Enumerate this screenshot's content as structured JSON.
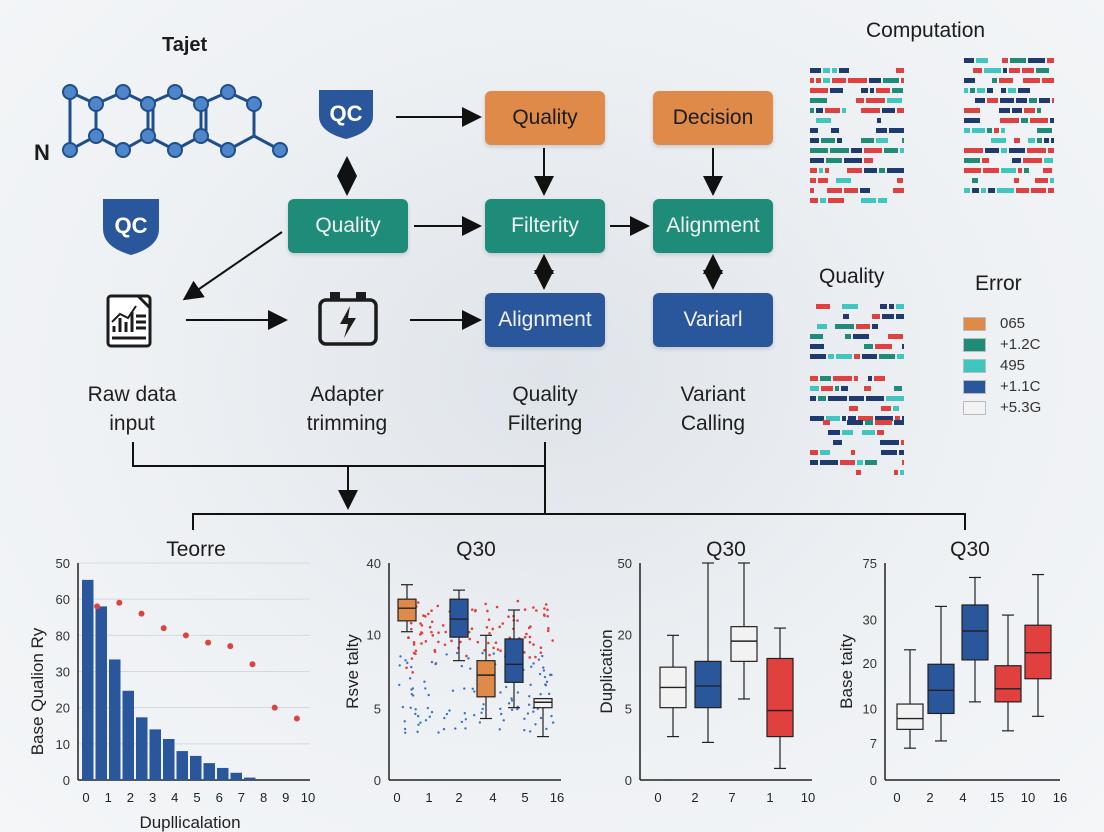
{
  "molecule": {
    "title": "Tajet",
    "n_label": "N"
  },
  "qc_badges": {
    "top": "QC",
    "left": "QC"
  },
  "boxes": {
    "quality_top": "Quality",
    "decision": "Decision",
    "quality_mid": "Quality",
    "filterity": "Filterity",
    "alignment_right": "Alignment",
    "alignment_low": "Alignment",
    "variarl": "Variarl"
  },
  "steps": {
    "raw": "Raw data\ninput",
    "adapter": "Adapter\ntrimming",
    "filtering": "Quality\nFiltering",
    "variant": "Variant\nCalling"
  },
  "computation": {
    "title": "Computation",
    "quality_label": "Quality",
    "error_label": "Error"
  },
  "legend": [
    {
      "label": "065",
      "color": "#e08a4a"
    },
    {
      "label": "+1.2C",
      "color": "#1f8c7a"
    },
    {
      "label": "495",
      "color": "#3fc6bf"
    },
    {
      "label": "+1.1C",
      "color": "#2a579c"
    },
    {
      "label": "+5.3G",
      "color": "#f2f2f2"
    }
  ],
  "chart_data": [
    {
      "type": "bar",
      "title": "Teorre",
      "xlabel": "Dupllicalation",
      "ylabel": "Base Qualion Ry",
      "ytick_labels": [
        "0",
        "10",
        "20",
        "30",
        "80",
        "60",
        "50"
      ],
      "xtick_labels": [
        "0",
        "1",
        "2",
        "3",
        "4",
        "5",
        "6",
        "7",
        "8",
        "9",
        "10"
      ],
      "bar_values": [
        83,
        72,
        50,
        37,
        26,
        21,
        17,
        12,
        10,
        7,
        5,
        3,
        1
      ],
      "line_series": {
        "color": "#e0413e",
        "x": [
          0.5,
          1.5,
          2.5,
          3.5,
          4.5,
          5.5,
          6.5,
          7.5,
          8.5,
          9.5
        ],
        "values": [
          48,
          49,
          46,
          42,
          40,
          38,
          37,
          32,
          20,
          17
        ]
      }
    },
    {
      "type": "box",
      "title": "Q30",
      "ylabel": "Rsve talty",
      "ytick_labels": [
        "0",
        "5",
        "10",
        "40"
      ],
      "xtick_labels": [
        "0",
        "1",
        "2",
        "4",
        "5",
        "16"
      ],
      "boxes": [
        {
          "x": 0,
          "min": 8.2,
          "q1": 8.8,
          "median": 9.5,
          "q3": 10.0,
          "max": 10.8,
          "color": "#e08a4a"
        },
        {
          "x": 2,
          "min": 6.6,
          "q1": 7.9,
          "median": 8.9,
          "q3": 10.0,
          "max": 10.5,
          "color": "#2a579c"
        },
        {
          "x": 3,
          "min": 3.4,
          "q1": 4.6,
          "median": 5.8,
          "q3": 6.6,
          "max": 8.0,
          "color": "#e08a4a"
        },
        {
          "x": 4,
          "min": 4.0,
          "q1": 5.4,
          "median": 6.4,
          "q3": 7.8,
          "max": 9.4,
          "color": "#2a579c"
        },
        {
          "x": 5,
          "min": 2.4,
          "q1": 4.0,
          "median": 4.3,
          "q3": 4.5,
          "max": 4.5,
          "color": "#f2f2f2"
        }
      ]
    },
    {
      "type": "box",
      "title": "Q30",
      "ylabel": "Duplication",
      "ytick_labels": [
        "0",
        "5",
        "20",
        "50"
      ],
      "xtick_labels": [
        "0",
        "2",
        "7",
        "1",
        "10"
      ],
      "boxes": [
        {
          "x": 0,
          "min": 3.0,
          "q1": 5.0,
          "median": 6.4,
          "q3": 7.8,
          "max": 10.0,
          "color": "#f2f2f2"
        },
        {
          "x": 1,
          "min": 2.6,
          "q1": 5.0,
          "median": 6.5,
          "q3": 8.2,
          "max": 15.0,
          "color": "#2a579c"
        },
        {
          "x": 2,
          "min": 5.6,
          "q1": 8.2,
          "median": 9.6,
          "q3": 10.6,
          "max": 15.0,
          "color": "#f2f2f2"
        },
        {
          "x": 3,
          "min": 0.8,
          "q1": 3.0,
          "median": 4.8,
          "q3": 8.4,
          "max": 10.5,
          "color": "#e0413e"
        }
      ]
    },
    {
      "type": "box",
      "title": "Q30",
      "ylabel": "Base taity",
      "ytick_labels": [
        "0",
        "7",
        "10",
        "20",
        "30",
        "75"
      ],
      "xtick_labels": [
        "0",
        "2",
        "4",
        "15",
        "10",
        "16"
      ],
      "boxes": [
        {
          "x": 0,
          "min": 4.4,
          "q1": 7.0,
          "median": 8.5,
          "q3": 10.5,
          "max": 18.0,
          "color": "#f2f2f2"
        },
        {
          "x": 1,
          "min": 5.4,
          "q1": 9.2,
          "median": 12.4,
          "q3": 16.0,
          "max": 24.0,
          "color": "#2a579c"
        },
        {
          "x": 2,
          "min": 10.8,
          "q1": 16.6,
          "median": 20.6,
          "q3": 24.2,
          "max": 28.0,
          "color": "#2a579c"
        },
        {
          "x": 3,
          "min": 6.8,
          "q1": 10.8,
          "median": 12.6,
          "q3": 15.8,
          "max": 22.8,
          "color": "#e0413e"
        },
        {
          "x": 4,
          "min": 8.8,
          "q1": 14.0,
          "median": 17.6,
          "q3": 21.4,
          "max": 28.4,
          "color": "#e0413e"
        }
      ]
    }
  ]
}
